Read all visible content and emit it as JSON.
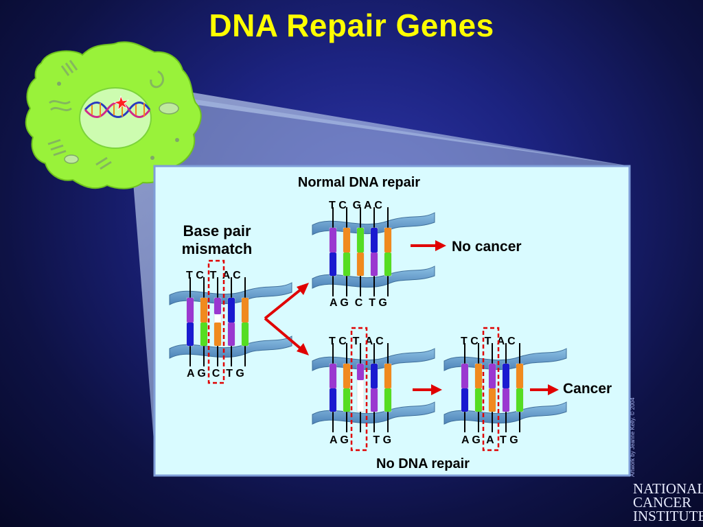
{
  "slide": {
    "title": "DNA Repair Genes"
  },
  "panel": {
    "top_heading": "Normal DNA repair",
    "bottom_heading": "No DNA repair",
    "mismatch_label_line1": "Base pair",
    "mismatch_label_line2": "mismatch",
    "outcome_normal": "No cancer",
    "outcome_unrepaired": "Cancer"
  },
  "strands": {
    "mismatch": {
      "top": "T C  T  A C",
      "bottom": "A G  C  T G"
    },
    "repaired": {
      "top": "T C  G A C",
      "bottom": "A G  C  T G"
    },
    "unrepaired": {
      "top": "T C  T  A C",
      "bottom": "A G        T G"
    },
    "mutated": {
      "top": "T C  T  A C",
      "bottom": "A G  A  T G"
    }
  },
  "credit": "Artwork by Jeanne Kelly. © 2004",
  "logo": {
    "line1": "NATIONAL",
    "line2": "CANCER",
    "line3": "INSTITUTE"
  },
  "colors": {
    "title": "#ffff00",
    "panel_bg": "#d9fbff",
    "cell_green": "#99f23a",
    "arrow_red": "#e00000",
    "mismatch_box": "#e00000",
    "backbone": "#6fa0c8",
    "base_blue": "#1a1ad0",
    "base_orange": "#f08a1e",
    "base_green": "#55dd22",
    "base_purple": "#9a38d0"
  },
  "icons": [
    "cell-icon",
    "dna-helix-icon",
    "damage-star-icon",
    "arrow-right-icon"
  ]
}
